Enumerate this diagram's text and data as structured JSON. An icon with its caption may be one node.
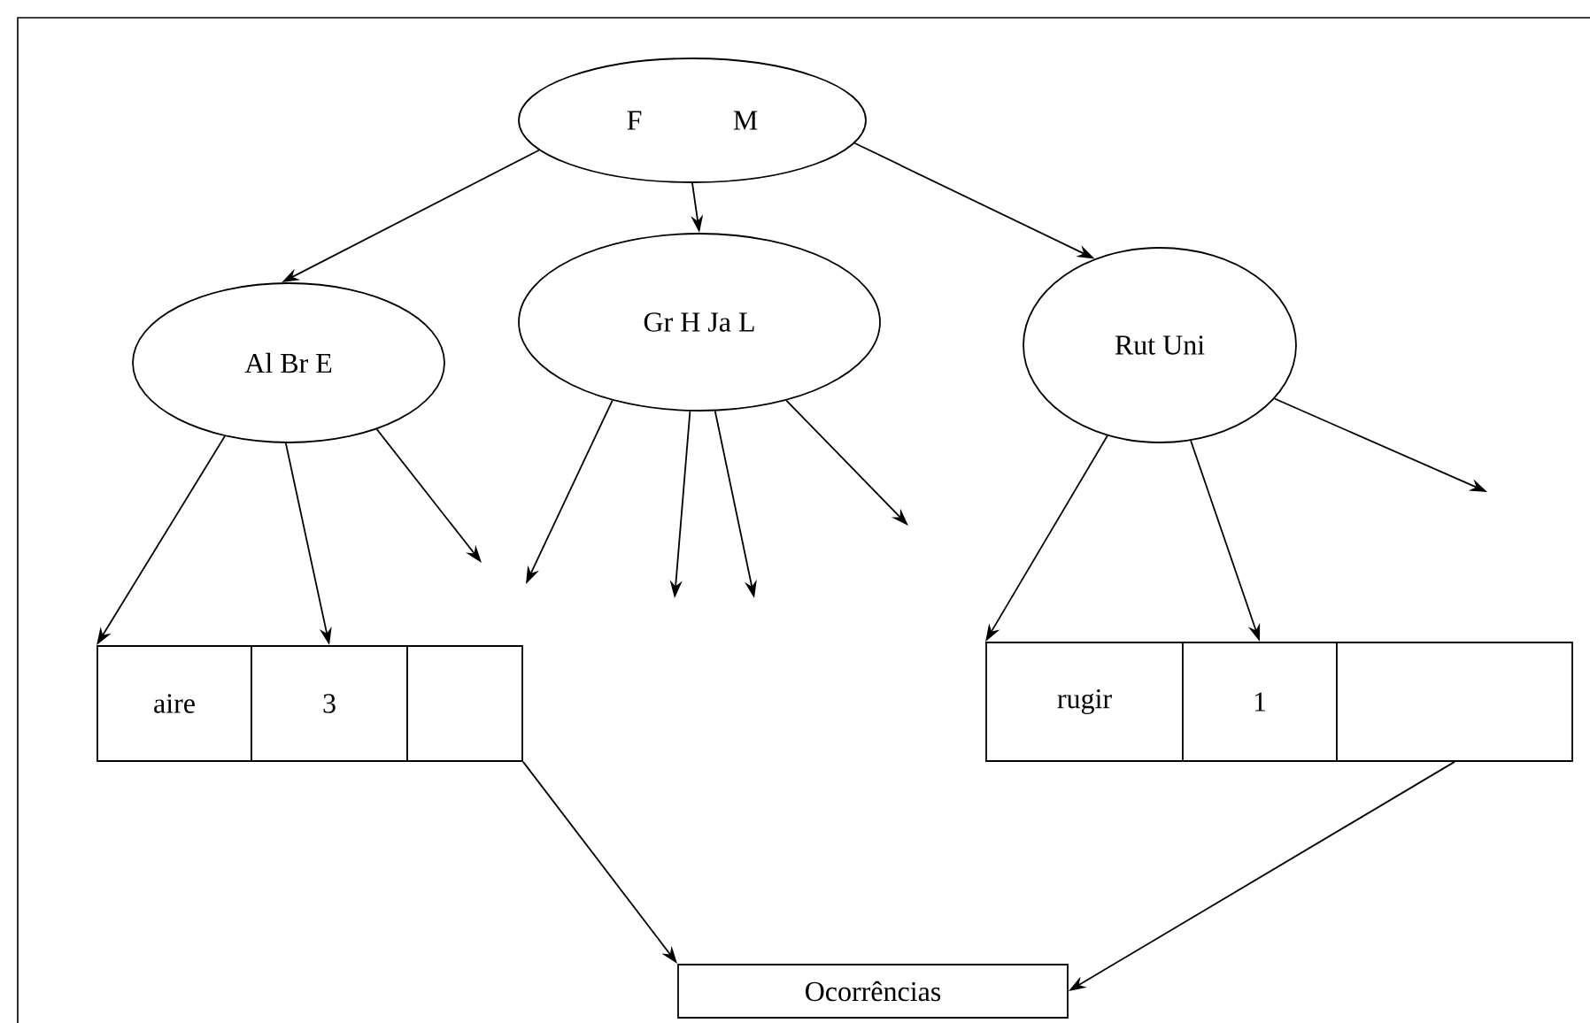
{
  "diagram": {
    "nodes": [
      {
        "text": [
          "F",
          "M"
        ]
      },
      {
        "text": [
          "Al Br E"
        ]
      },
      {
        "text": [
          "Gr H Ja L"
        ]
      },
      {
        "text": [
          "Rut Uni"
        ]
      },
      {
        "text": [
          "aire"
        ]
      },
      {
        "text": [
          "3"
        ]
      },
      {
        "text": [],
        "shape": "box"
      },
      {
        "text": [
          "rugir"
        ]
      },
      {
        "text": [
          "1"
        ]
      },
      {
        "text": [],
        "shape": "box"
      },
      {
        "text": [
          "Ocorrências"
        ]
      }
    ],
    "edges": [
      {
        "from": 0,
        "to": 1,
        "arrow": "to"
      },
      {
        "from": 0,
        "to": 2,
        "arrow": "to"
      },
      {
        "from": 0,
        "to": 3,
        "arrow": "to"
      },
      {
        "from": 1,
        "to": 4,
        "arrow": "to"
      },
      {
        "from": 1,
        "to": 5,
        "arrow": "to"
      },
      {
        "from": 1,
        "to": null,
        "arrow": "to"
      },
      {
        "from": 2,
        "to": null,
        "arrow": "to"
      },
      {
        "from": 2,
        "to": null,
        "arrow": "to"
      },
      {
        "from": 2,
        "to": null,
        "arrow": "to"
      },
      {
        "from": 2,
        "to": null,
        "arrow": "to"
      },
      {
        "from": 3,
        "to": null,
        "arrow": "to"
      },
      {
        "from": 3,
        "to": 7,
        "arrow": "to"
      },
      {
        "from": 3,
        "to": 8,
        "arrow": "to"
      },
      {
        "from": 6,
        "to": 10,
        "arrow": "to"
      },
      {
        "from": 9,
        "to": 10,
        "arrow": "to"
      }
    ]
  }
}
